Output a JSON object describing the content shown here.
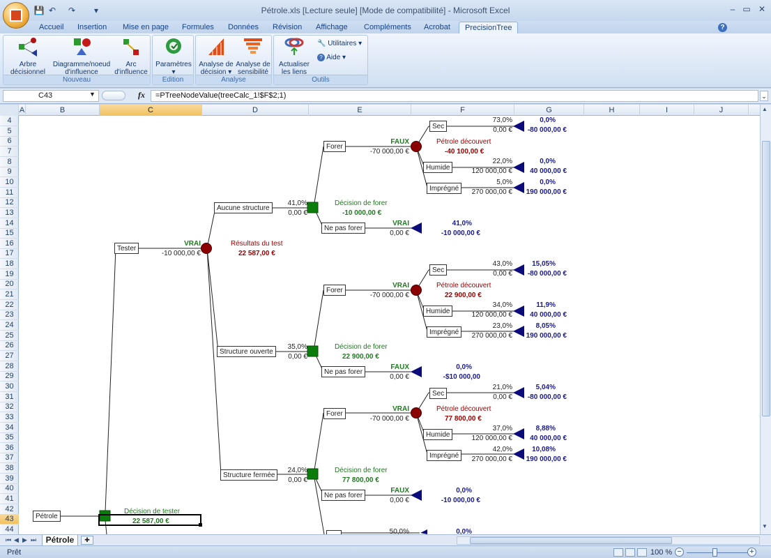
{
  "window": {
    "title": "Pétrole.xls  [Lecture seule]  [Mode de compatibilité] - Microsoft Excel",
    "min": "–",
    "restore": "▭",
    "close": "✕",
    "qat_save": "💾",
    "qat_undo": "↶",
    "qat_redo": "↷",
    "qat_more": "▾"
  },
  "tabs": [
    "Accueil",
    "Insertion",
    "Mise en page",
    "Formules",
    "Données",
    "Révision",
    "Affichage",
    "Compléments",
    "Acrobat",
    "PrecisionTree"
  ],
  "ribbon": {
    "groups": {
      "nouveau": "Nouveau",
      "edition": "Edition",
      "analyse": "Analyse",
      "outils": "Outils"
    },
    "buttons": {
      "arbre": "Arbre\ndécisionnel",
      "diagramme": "Diagramme/noeud\nd'influence",
      "arc": "Arc\nd'influence",
      "parametres": "Paramètres\n▾",
      "analyse_decision": "Analyse de\ndécision ▾",
      "analyse_sensibilite": "Analyse de\nsensibilité",
      "actualiser": "Actualiser\nles liens",
      "utilitaires": "Utilitaires ▾",
      "aide": "Aide ▾"
    },
    "help": "?"
  },
  "formula_bar": {
    "cell": "C43",
    "fx": "fx",
    "formula": "=PTreeNodeValue(treeCalc_1!$F$2;1)"
  },
  "columns": [
    "A",
    "B",
    "C",
    "D",
    "E",
    "F",
    "G",
    "H",
    "I",
    "J"
  ],
  "rows": [
    "4",
    "5",
    "6",
    "7",
    "8",
    "9",
    "10",
    "11",
    "12",
    "13",
    "14",
    "15",
    "16",
    "17",
    "18",
    "19",
    "20",
    "21",
    "22",
    "23",
    "24",
    "25",
    "26",
    "27",
    "28",
    "29",
    "30",
    "31",
    "32",
    "33",
    "34",
    "35",
    "36",
    "37",
    "38",
    "39",
    "40",
    "41",
    "42",
    "43",
    "44"
  ],
  "tree": {
    "root_label": "Pétrole",
    "root_decision": "Décision de tester",
    "root_value": "22 587,00 €",
    "tester": {
      "label": "Tester",
      "flag": "VRAI",
      "cost": "-10 000,00 €",
      "node_name": "Résultats du test",
      "node_value": "22 587,00 €"
    },
    "branches": [
      {
        "label": "Aucune structure",
        "prob": "41,0%",
        "val": "0,00 €",
        "decision": "Décision de forer",
        "decision_value": "-10 000,00 €",
        "forer": {
          "label": "Forer",
          "flag": "FAUX",
          "cost": "-70 000,00 €",
          "node_name": "Pétrole découvert",
          "node_value": "-40 100,00 €"
        },
        "outcomes": [
          {
            "label": "Sec",
            "prob": "73,0%",
            "val": "0,00 €",
            "rp": "0,0%",
            "rv": "-80 000,00 €"
          },
          {
            "label": "Humide",
            "prob": "22,0%",
            "val": "120 000,00 €",
            "rp": "0,0%",
            "rv": "40 000,00 €"
          },
          {
            "label": "Imprégné",
            "prob": "5,0%",
            "val": "270 000,00 €",
            "rp": "0,0%",
            "rv": "190 000,00 €"
          }
        ],
        "npf": {
          "label": "Ne pas forer",
          "flag": "VRAI",
          "val": "0,00 €",
          "rp": "41,0%",
          "rv": "-10 000,00 €"
        }
      },
      {
        "label": "Structure ouverte",
        "prob": "35,0%",
        "val": "0,00 €",
        "decision": "Décision de forer",
        "decision_value": "22 900,00 €",
        "forer": {
          "label": "Forer",
          "flag": "VRAI",
          "cost": "-70 000,00 €",
          "node_name": "Pétrole découvert",
          "node_value": "22 900,00 €"
        },
        "outcomes": [
          {
            "label": "Sec",
            "prob": "43,0%",
            "val": "0,00 €",
            "rp": "15,05%",
            "rv": "-80 000,00 €"
          },
          {
            "label": "Humide",
            "prob": "34,0%",
            "val": "120 000,00 €",
            "rp": "11,9%",
            "rv": "40 000,00 €"
          },
          {
            "label": "Imprégné",
            "prob": "23,0%",
            "val": "270 000,00 €",
            "rp": "8,05%",
            "rv": "190 000,00 €"
          }
        ],
        "npf": {
          "label": "Ne pas forer",
          "flag": "FAUX",
          "val": "0,00 €",
          "rp": "0,0%",
          "rv": "-$10 000,00"
        }
      },
      {
        "label": "Structure fermée",
        "prob": "24,0%",
        "val": "0,00 €",
        "decision": "Décision de forer",
        "decision_value": "77 800,00 €",
        "forer": {
          "label": "Forer",
          "flag": "VRAI",
          "cost": "-70 000,00 €",
          "node_name": "Pétrole découvert",
          "node_value": "77 800,00 €"
        },
        "outcomes": [
          {
            "label": "Sec",
            "prob": "21,0%",
            "val": "0,00 €",
            "rp": "5,04%",
            "rv": "-80 000,00 €"
          },
          {
            "label": "Humide",
            "prob": "37,0%",
            "val": "120 000,00 €",
            "rp": "8,88%",
            "rv": "40 000,00 €"
          },
          {
            "label": "Imprégné",
            "prob": "42,0%",
            "val": "270 000,00 €",
            "rp": "10,08%",
            "rv": "190 000,00 €"
          }
        ],
        "npf": {
          "label": "Ne pas forer",
          "flag": "FAUX",
          "val": "0,00 €",
          "rp": "0,0%",
          "rv": "-10 000,00 €"
        }
      }
    ],
    "partial": {
      "prob": "50,0%",
      "rp": "0,0%"
    }
  },
  "sheet": {
    "tab": "Pétrole",
    "nav": [
      "⏮",
      "◀",
      "▶",
      "⏭"
    ]
  },
  "status": {
    "ready": "Prêt",
    "zoom": "100 %",
    "zoom_minus": "−",
    "zoom_plus": "+"
  },
  "colors": {
    "decision": "#0a7d0a",
    "chance": "#8b0000",
    "terminal": "#0b0b7a",
    "selection": "#f1c15f"
  }
}
